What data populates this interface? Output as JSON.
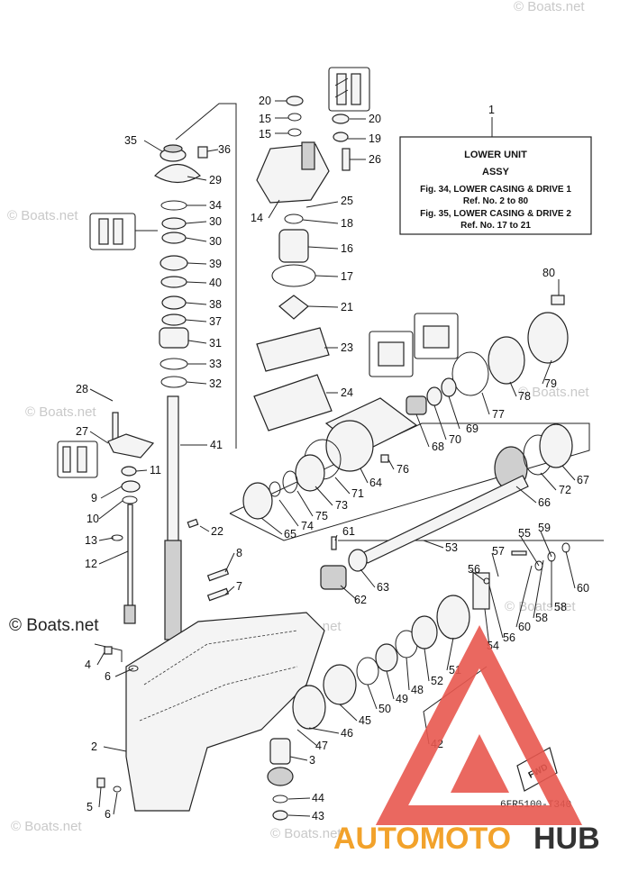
{
  "legend": {
    "ref_number": "1",
    "title": "LOWER UNIT",
    "subtitle": "ASSY",
    "line1": "Fig. 34, LOWER CASING & DRIVE 1",
    "line2": "Ref. No. 2 to 80",
    "line3": "Fig. 35, LOWER CASING & DRIVE 2",
    "line4": "Ref. No. 17 to 21"
  },
  "watermark": {
    "small": "© Boats.net",
    "large": "© Boats.net"
  },
  "figure_code": "6FR5100-T340",
  "fwd_label": "FWD",
  "brand": {
    "part_a": "AUTOMOTO",
    "part_b": "HUB"
  },
  "colors": {
    "accent_red": "#e8584f",
    "accent_orange": "#f2a22b",
    "ink": "#222222"
  },
  "labels": [
    "20",
    "15",
    "15",
    "20",
    "19",
    "26",
    "1",
    "35",
    "36",
    "29",
    "34",
    "30",
    "30",
    "39",
    "40",
    "38",
    "37",
    "31",
    "33",
    "32",
    "14",
    "25",
    "18",
    "16",
    "17",
    "21",
    "23",
    "24",
    "80",
    "79",
    "78",
    "77",
    "70",
    "69",
    "68",
    "28",
    "27",
    "11",
    "9",
    "10",
    "41",
    "76",
    "64",
    "71",
    "67",
    "72",
    "66",
    "73",
    "75",
    "74",
    "65",
    "13",
    "12",
    "22",
    "8",
    "7",
    "61",
    "63",
    "53",
    "62",
    "59",
    "55",
    "60",
    "58",
    "57",
    "56",
    "54",
    "60",
    "58",
    "56",
    "4",
    "6",
    "51",
    "52",
    "48",
    "49",
    "50",
    "45",
    "46",
    "47",
    "3",
    "42",
    "2",
    "5",
    "6",
    "44",
    "43"
  ]
}
